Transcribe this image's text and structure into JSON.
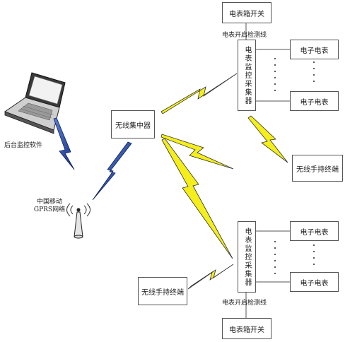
{
  "diagram": {
    "backend_label": "后台监控软件",
    "mobile_network_line1": "中国移动",
    "mobile_network_line2": "GPRS网络",
    "concentrator_label": "无线集中器",
    "collector_top_label": "电表监控采集器",
    "collector_bottom_label": "电表监控采集器",
    "switch_top_label": "电表箱开关",
    "switch_bottom_label": "电表箱开关",
    "detect_line_top_label": "电表开启检测线",
    "detect_line_bottom_label": "电表开启检测线",
    "meter_label": "电子电表",
    "handheld_right_label": "无线手持终端",
    "handheld_left_label": "无线手持终端"
  },
  "colors": {
    "blue_bolt": "#1f3f9a",
    "yellow_bolt": "#f4ee1a",
    "line": "#555555"
  }
}
